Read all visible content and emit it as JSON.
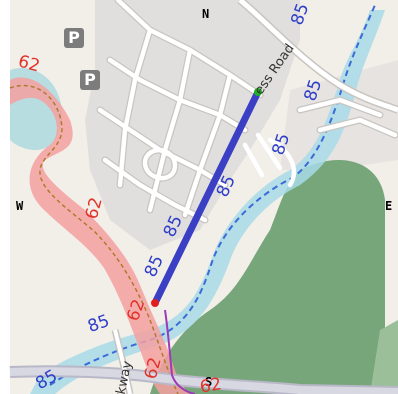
{
  "compass": {
    "north": "N",
    "south": "S",
    "east": "E",
    "west": "W"
  },
  "parking_label": "P",
  "road_labels": {
    "upper": "ess Road",
    "lower": "rkway"
  },
  "route_numbers": {
    "blue": "85",
    "red": "62"
  },
  "colors": {
    "land": "#f2efe9",
    "residential": "#e1dfdd",
    "road": "#ffffff",
    "road_casing": "#c8c4c0",
    "forest": "#76a67a",
    "water_buffer": "#a8dbe8",
    "red_corridor": "#f4a0a0",
    "track_line": "#3a3fc4",
    "track_start": "#22b022",
    "track_end": "#e02020",
    "route_85": "#2f3ec8",
    "route_62": "#e2332b"
  },
  "track": {
    "start_marker": "green-dot",
    "end_marker": "red-dot"
  }
}
